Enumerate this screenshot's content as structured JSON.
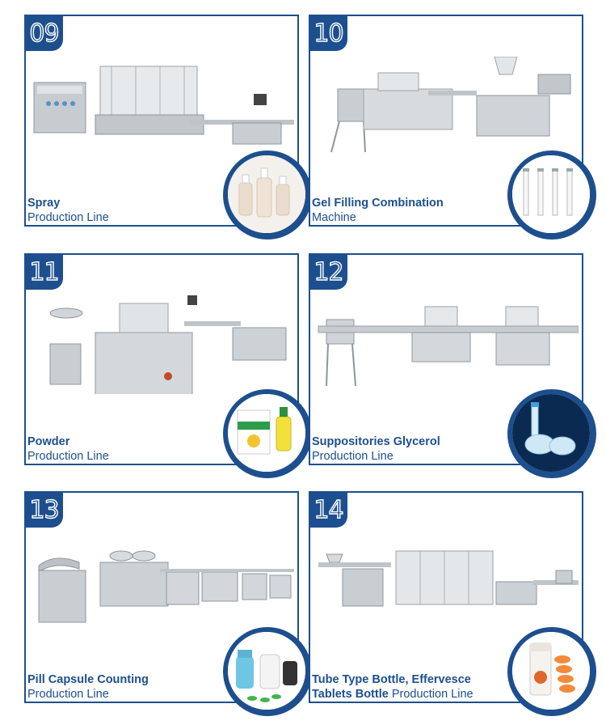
{
  "cards": [
    {
      "number": "09",
      "title": "Spray",
      "subtitle": "Production Line"
    },
    {
      "number": "10",
      "title": "Gel Filling Combination",
      "subtitle": "Machine"
    },
    {
      "number": "11",
      "title": "Powder",
      "subtitle": "Production Line"
    },
    {
      "number": "12",
      "title": "Suppositories Glycerol",
      "subtitle": "Production Line"
    },
    {
      "number": "13",
      "title": "Pill Capsule Counting",
      "subtitle": "Production Line"
    },
    {
      "number": "14",
      "title": "Tube Type Bottle, Effervesce",
      "title_line2_bold": "Tablets Bottle",
      "title_line2_rest": " Production Line"
    }
  ],
  "colors": {
    "brand": "#1d4f8e",
    "steel": "#c9ced3",
    "steel_dark": "#8f969c"
  }
}
